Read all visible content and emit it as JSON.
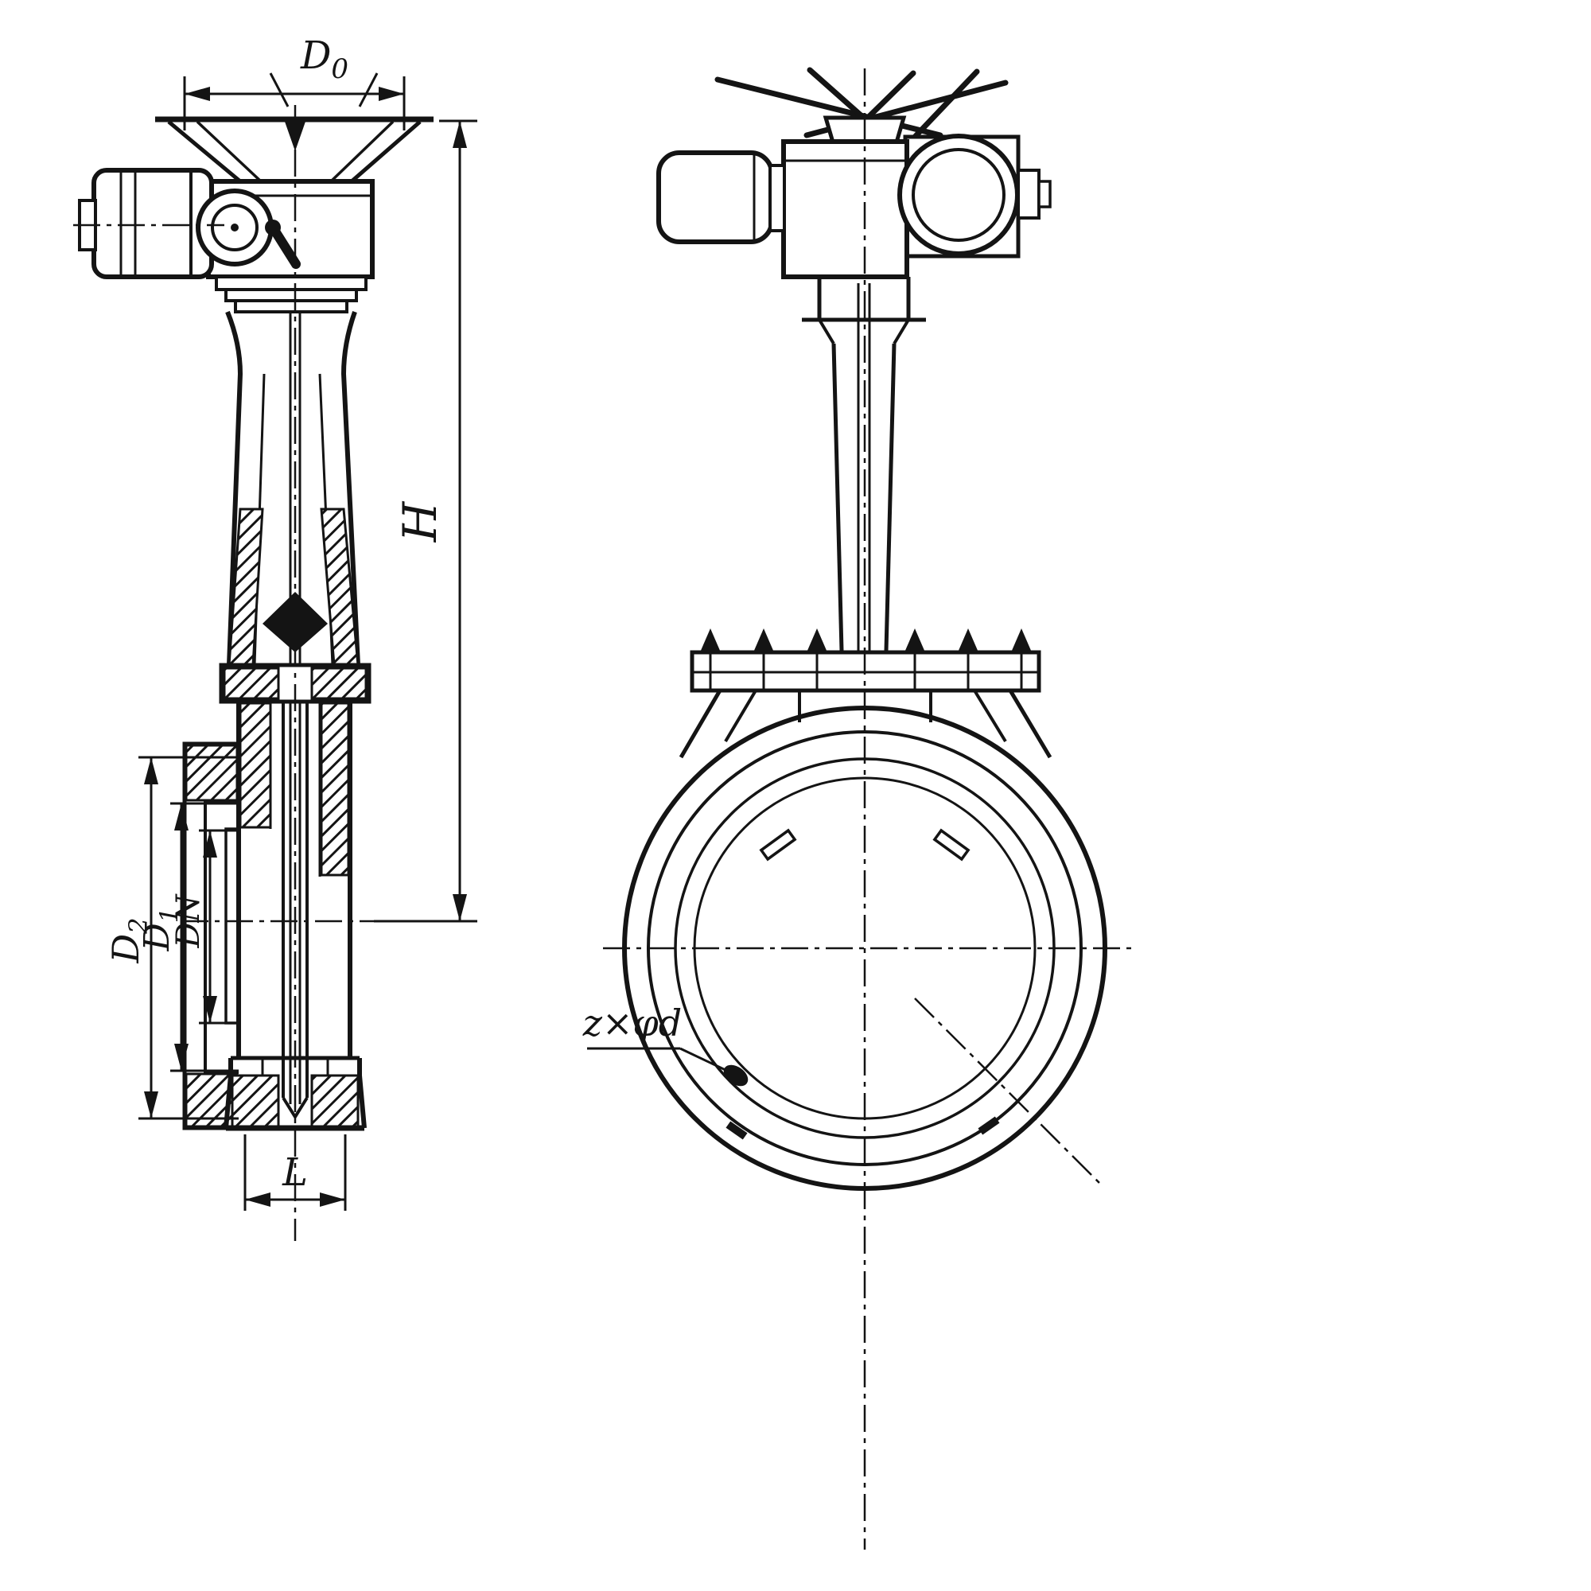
{
  "colors": {
    "ink": "#141414",
    "paper": "#ffffff"
  },
  "dimension_labels": {
    "d0": {
      "base": "D",
      "sub": "0"
    },
    "h": "H",
    "d2": {
      "base": "D",
      "sub": "2"
    },
    "d1": {
      "base": "D",
      "sub": "1"
    },
    "dn": "DN",
    "l": "L",
    "bolt_spec": "z×φd"
  }
}
